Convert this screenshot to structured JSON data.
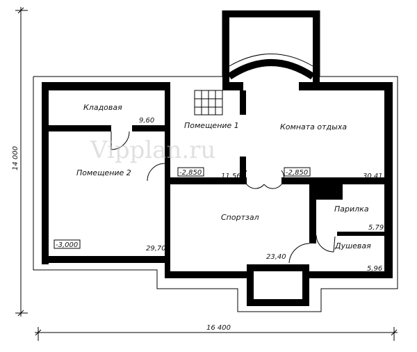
{
  "watermark": "Vipplan.ru",
  "dimensions": {
    "width": "16 400",
    "height": "14 000"
  },
  "rooms": [
    {
      "name": "Кладовая",
      "area": "9,60"
    },
    {
      "name": "Помещение 1",
      "area": "11,56"
    },
    {
      "name": "Помещение 2",
      "area": "29,70"
    },
    {
      "name": "Комната отдыха",
      "area": "30,41"
    },
    {
      "name": "Спортзал",
      "area": "23,40"
    },
    {
      "name": "Парилка",
      "area": "5,79"
    },
    {
      "name": "Душевая",
      "area": "5,96"
    }
  ],
  "levels": [
    "-2,850",
    "-2,850",
    "-3,000"
  ]
}
